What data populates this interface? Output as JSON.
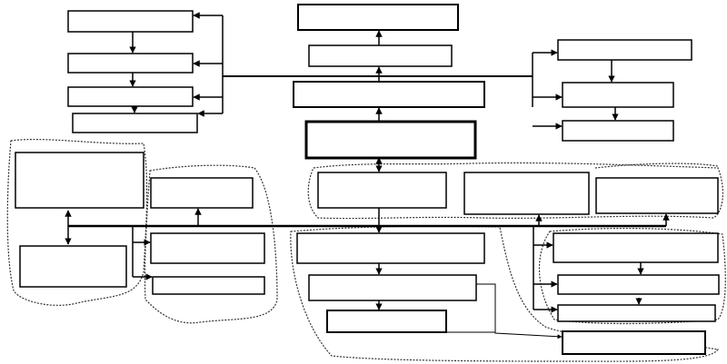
{
  "diagram": {
    "title": "",
    "colors": {
      "stroke": "#000000",
      "background": "#ffffff",
      "group_outline": "#333333"
    },
    "boxes": [
      {
        "id": "left-top-1",
        "label": ""
      },
      {
        "id": "left-top-2",
        "label": ""
      },
      {
        "id": "left-top-3",
        "label": ""
      },
      {
        "id": "left-top-4",
        "label": ""
      },
      {
        "id": "center-top",
        "label": ""
      },
      {
        "id": "center-2",
        "label": ""
      },
      {
        "id": "center-3",
        "label": ""
      },
      {
        "id": "center-core",
        "label": ""
      },
      {
        "id": "right-top-1",
        "label": ""
      },
      {
        "id": "right-top-2",
        "label": ""
      },
      {
        "id": "right-top-3",
        "label": ""
      },
      {
        "id": "g1-large",
        "label": ""
      },
      {
        "id": "g1-lower",
        "label": ""
      },
      {
        "id": "g2-top",
        "label": ""
      },
      {
        "id": "g2-mid",
        "label": ""
      },
      {
        "id": "g2-bottom",
        "label": ""
      },
      {
        "id": "g3-box",
        "label": ""
      },
      {
        "id": "g4-box",
        "label": ""
      },
      {
        "id": "g5-box",
        "label": ""
      },
      {
        "id": "g6-top",
        "label": ""
      },
      {
        "id": "g6-mid",
        "label": ""
      },
      {
        "id": "g6-bottom",
        "label": ""
      },
      {
        "id": "g7-1",
        "label": ""
      },
      {
        "id": "g7-2",
        "label": ""
      },
      {
        "id": "g7-3",
        "label": ""
      },
      {
        "id": "bottom-right",
        "label": ""
      }
    ],
    "groups": [
      {
        "id": "group-left"
      },
      {
        "id": "group-left-mid"
      },
      {
        "id": "group-center-upper"
      },
      {
        "id": "group-right-upper"
      },
      {
        "id": "group-center-lower"
      },
      {
        "id": "group-right-lower"
      }
    ]
  }
}
